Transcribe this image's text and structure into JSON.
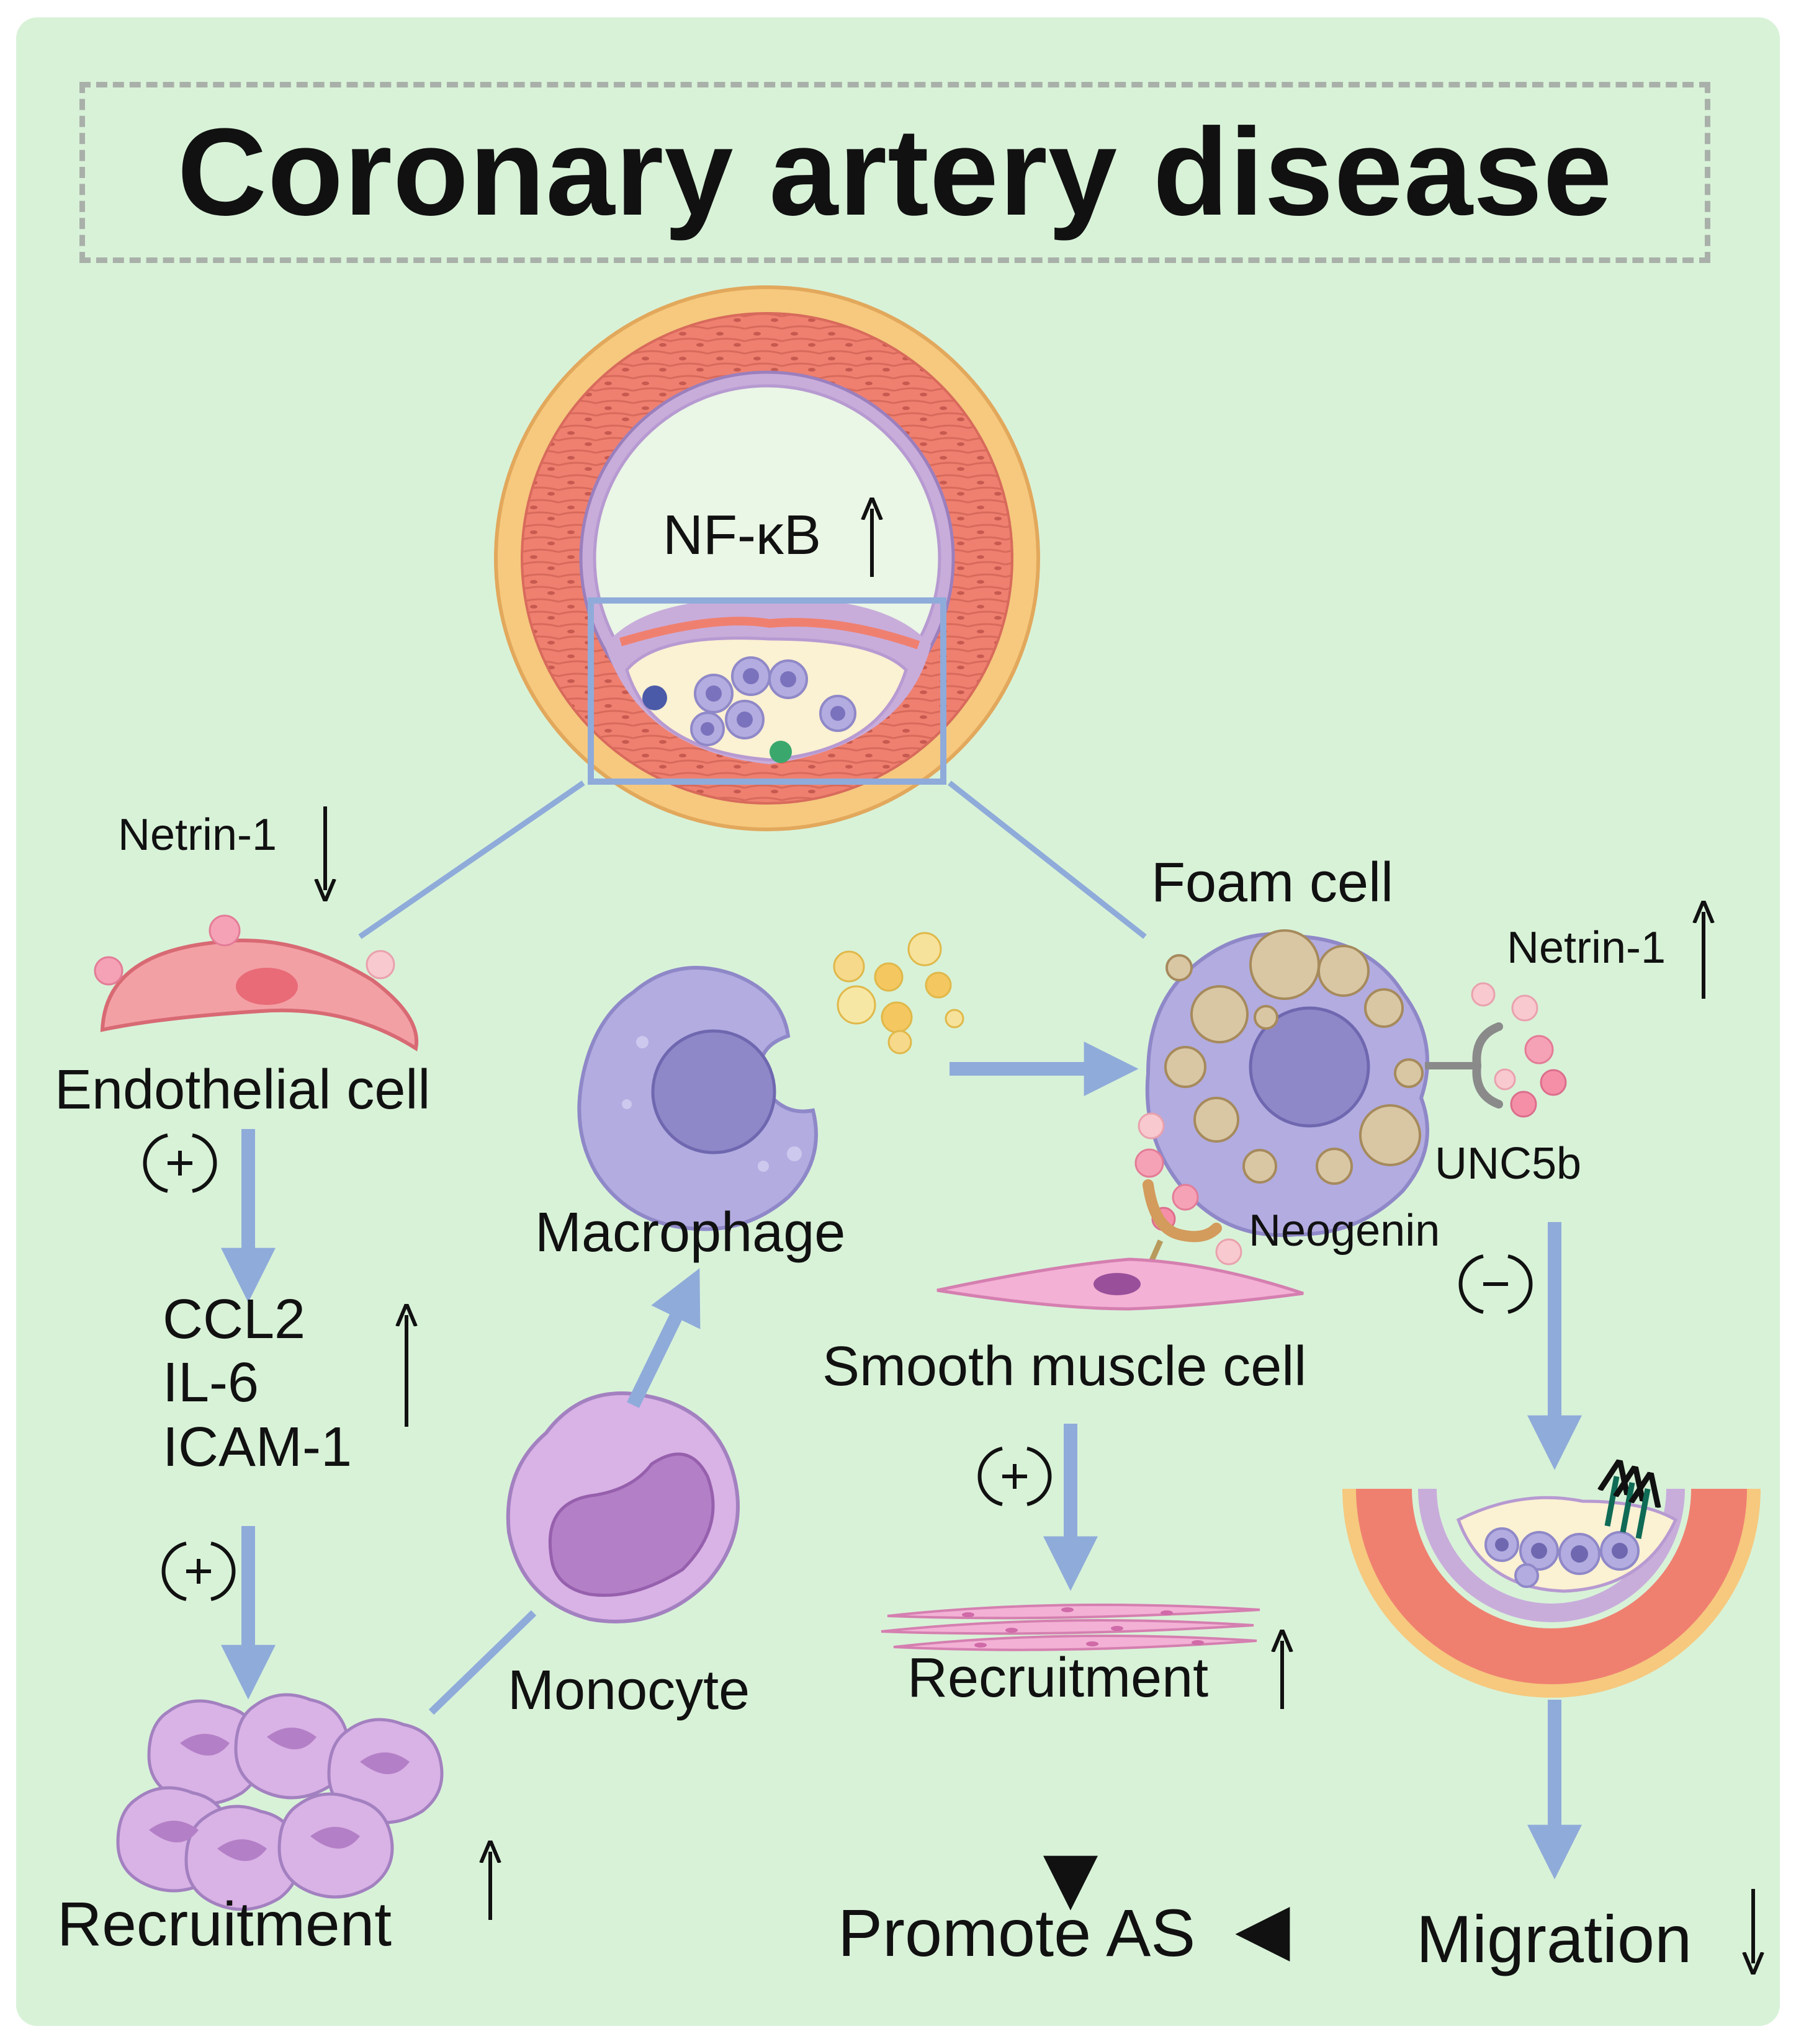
{
  "title": "Coronary artery disease",
  "labels": {
    "nfkb": "NF-κB",
    "netrin_left": "Netrin-1",
    "endothelial_cell": "Endothelial cell",
    "ccl2": "CCL2",
    "il6": "IL-6",
    "icam1": "ICAM-1",
    "recruitment_left": "Recruitment",
    "monocyte": "Monocyte",
    "macrophage": "Macrophage",
    "foam_cell": "Foam cell",
    "netrin_right": "Netrin-1",
    "unc5b": "UNC5b",
    "neogenin": "Neogenin",
    "smooth_muscle_cell": "Smooth muscle cell",
    "recruitment_center": "Recruitment",
    "promote_as": "Promote AS",
    "migration": "Migration"
  },
  "regulation_signs": {
    "plus": "+",
    "minus": "−"
  },
  "colors": {
    "background": "#d8f2d8",
    "arrow_blue": "#8fabda",
    "arrow_black": "#111111",
    "vessel_red": "#ef8070",
    "adventitia": "#f6c97e",
    "intima_purple": "#c8addb",
    "plaque_core": "#fbf1d3",
    "macrophage": "#b2ace0",
    "monocyte": "#d9b2e6",
    "endothelial": "#f3a0a5",
    "smooth_muscle": "#f3b1d5"
  }
}
